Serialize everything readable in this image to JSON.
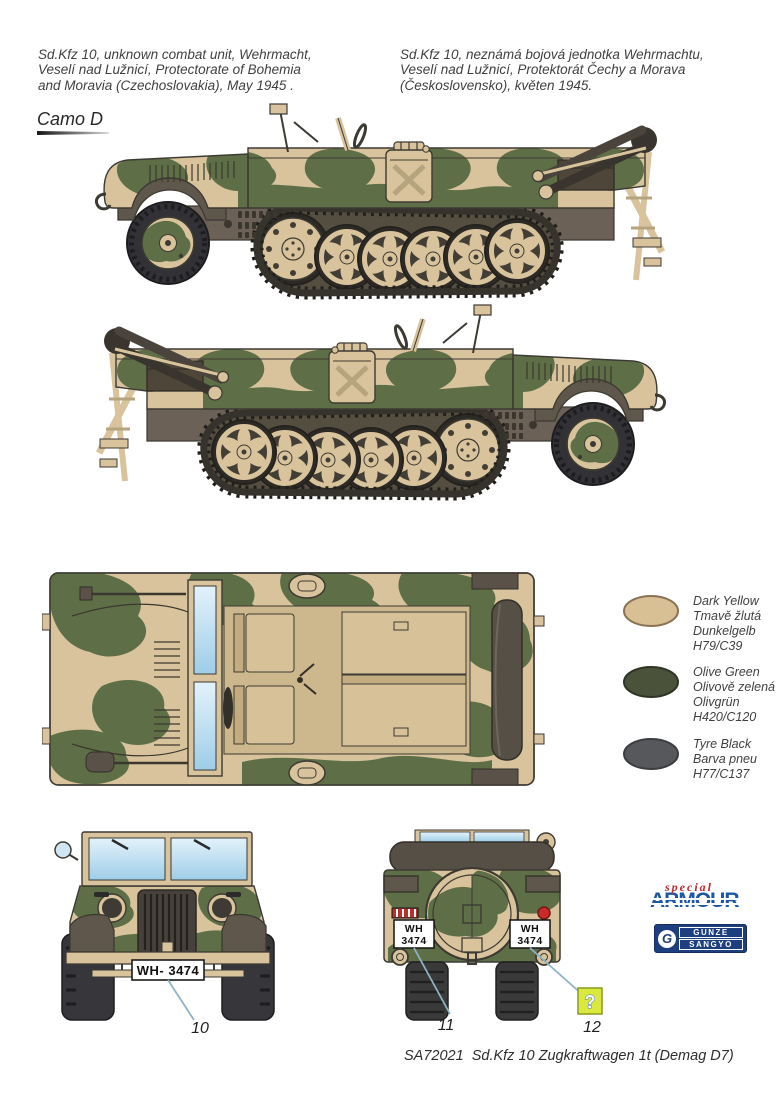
{
  "captions": {
    "english_lines": [
      "Sd.Kfz 10, unknown combat unit, Wehrmacht,",
      "Veselí nad Lužnicí, Protectorate of Bohemia",
      "and Moravia (Czechoslovakia), May 1945 ."
    ],
    "czech_lines": [
      "Sd.Kfz 10, neznámá bojová jednotka Wehrmachtu,",
      "Veselí nad Lužnicí, Protektorát Čechy a Morava",
      "(Československo), květen 1945."
    ]
  },
  "camo_label": "Camo D",
  "legend": {
    "items": [
      {
        "swatch": "#d9bf94",
        "outline": "#8a7355",
        "lines": [
          "Dark Yellow",
          "Tmavě žlutá",
          "Dunkelgelb",
          "H79/C39"
        ]
      },
      {
        "swatch": "#4a5239",
        "outline": "#2f3424",
        "lines": [
          "Olive Green",
          "Olivově zelená",
          "Olivgrün",
          "H420/C120"
        ]
      },
      {
        "swatch": "#56585c",
        "outline": "#3b3d40",
        "lines": [
          "Tyre Black",
          "Barva pneu",
          "H77/C137",
          ""
        ]
      }
    ]
  },
  "markings": {
    "front_plate": "WH- 3474",
    "rear_plate_top": "WH",
    "rear_plate_bottom": "3474",
    "callout_front_plate": "10",
    "callout_rear_left_plate": "11",
    "callout_rear_right_plate": "12",
    "unknown_decal": "?"
  },
  "palette": {
    "dark_yellow": "#d8c39c",
    "olive_green": "#5e6f47",
    "chassis_grey_brown": "#6b6156",
    "track_black": "#3a3a3a",
    "glass_blue": "#bfe0f2",
    "callout_line": "#8fb3c4",
    "decal_yellow_green": "#dbe93e"
  },
  "logos": {
    "special_armour": {
      "script": "special",
      "main": "ARMOUR"
    },
    "gunze": {
      "initial": "G",
      "line1": "GUNZE",
      "line2": "SANGYO"
    }
  },
  "footer": {
    "caption": "SA72021  Sd.Kfz 10 Zugkraftwagen 1t (Demag D7)"
  }
}
